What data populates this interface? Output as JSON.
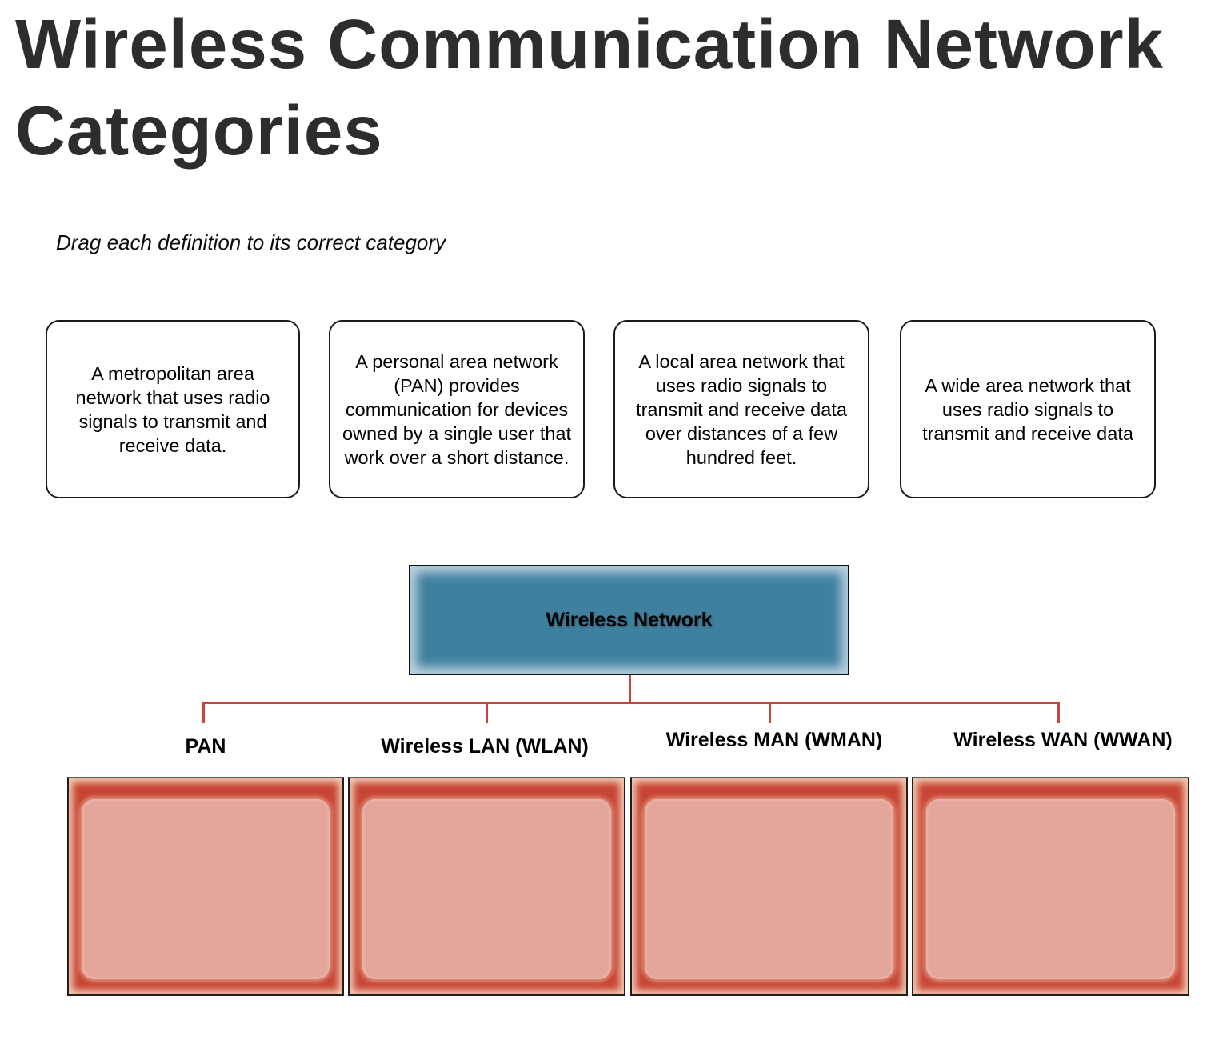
{
  "page": {
    "title": "Wireless Communication Network Categories",
    "instruction": "Drag each definition to its correct category"
  },
  "definitions": [
    {
      "id": "metropolitan",
      "text": "A metropolitan area network that uses radio signals to transmit and receive data."
    },
    {
      "id": "personal",
      "text": "A personal area network (PAN) provides communication for devices owned by a single user that work over a short distance."
    },
    {
      "id": "local",
      "text": "A local area network that uses radio signals to transmit and receive data over distances of a few hundred feet."
    },
    {
      "id": "wide",
      "text": "A wide area network that uses radio signals to transmit and receive data"
    }
  ],
  "diagram": {
    "root_label": "Wireless Network",
    "categories": [
      {
        "label": "PAN"
      },
      {
        "label": "Wireless LAN (WLAN)"
      },
      {
        "label": "Wireless MAN (WMAN)"
      },
      {
        "label": "Wireless WAN (WWAN)"
      }
    ]
  },
  "colors": {
    "title_text": "#2b2d2e",
    "connector": "#c64540",
    "root_fill": "#3f809e",
    "root_glow": "#bad0de",
    "dropzone_frame": "#c74534",
    "dropzone_glow": "#f2cbb5",
    "dropzone_fill": "#e4a59b",
    "card_border": "#1a1a1a"
  }
}
